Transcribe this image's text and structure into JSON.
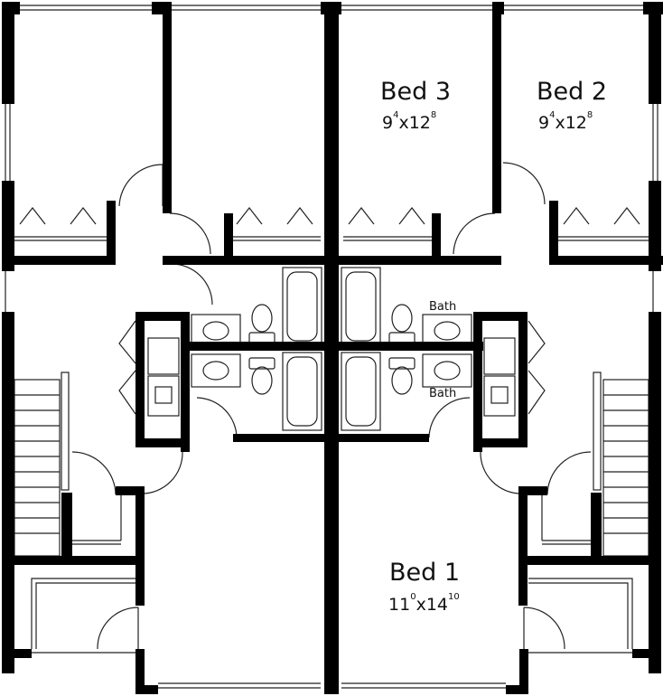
{
  "floor_plan": {
    "rooms": [
      {
        "id": "bed3",
        "name": "Bed 3",
        "dim_w": "9",
        "dim_w_inch": "4",
        "dim_x": "x",
        "dim_l": "12",
        "dim_l_inch": "8"
      },
      {
        "id": "bed2",
        "name": "Bed 2",
        "dim_w": "9",
        "dim_w_inch": "4",
        "dim_x": "x",
        "dim_l": "12",
        "dim_l_inch": "8"
      },
      {
        "id": "bed1",
        "name": "Bed 1",
        "dim_w": "11",
        "dim_w_inch": "0",
        "dim_x": "x",
        "dim_l": "14",
        "dim_l_inch": "10"
      }
    ],
    "bath_labels": [
      "Bath",
      "Bath"
    ]
  }
}
